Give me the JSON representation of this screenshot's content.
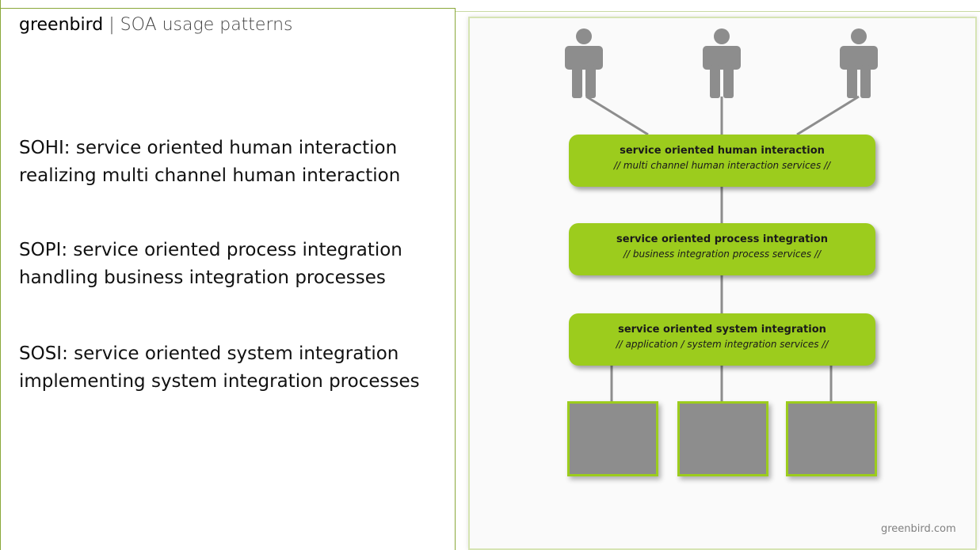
{
  "header": {
    "brand": "greenbird",
    "separator": "|",
    "subtitle": "SOA usage patterns"
  },
  "patterns": [
    {
      "line1": "SOHI: service oriented human interaction",
      "line2": "realizing multi channel human interaction"
    },
    {
      "line1": "SOPI: service oriented process integration",
      "line2": "handling business integration processes"
    },
    {
      "line1": "SOSI: service oriented system integration",
      "line2": "implementing system integration processes"
    }
  ],
  "diagram": {
    "layers": [
      {
        "title": "service oriented human interaction",
        "subtitle": "// multi channel human interaction services  //"
      },
      {
        "title": "service oriented process integration",
        "subtitle": "// business integration process services //"
      },
      {
        "title": "service oriented system integration",
        "subtitle": "// application / system integration services //"
      }
    ],
    "person_icon": "person-icon",
    "people_count": 3,
    "system_count": 3,
    "watermark": "greenbird.com"
  },
  "colors": {
    "accent_green": "#9ccc1d",
    "border_green": "#8aa83a",
    "icon_gray": "#8d8d8d"
  }
}
